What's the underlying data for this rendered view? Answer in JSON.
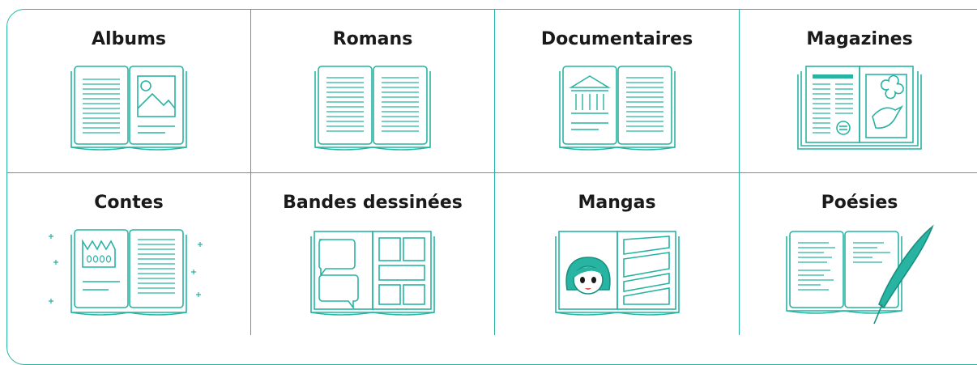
{
  "colors": {
    "accent": "#27b4a2",
    "text": "#1a1a1a",
    "background": "#ffffff"
  },
  "categories": [
    {
      "label": "Albums",
      "icon": "album-book-icon"
    },
    {
      "label": "Romans",
      "icon": "novel-book-icon"
    },
    {
      "label": "Documentaires",
      "icon": "documentary-book-icon"
    },
    {
      "label": "Magazines",
      "icon": "magazine-icon"
    },
    {
      "label": "Contes",
      "icon": "fairy-tale-book-icon"
    },
    {
      "label": "Bandes dessinées",
      "icon": "comic-book-icon"
    },
    {
      "label": "Mangas",
      "icon": "manga-book-icon"
    },
    {
      "label": "Poésies",
      "icon": "poetry-book-icon"
    }
  ]
}
